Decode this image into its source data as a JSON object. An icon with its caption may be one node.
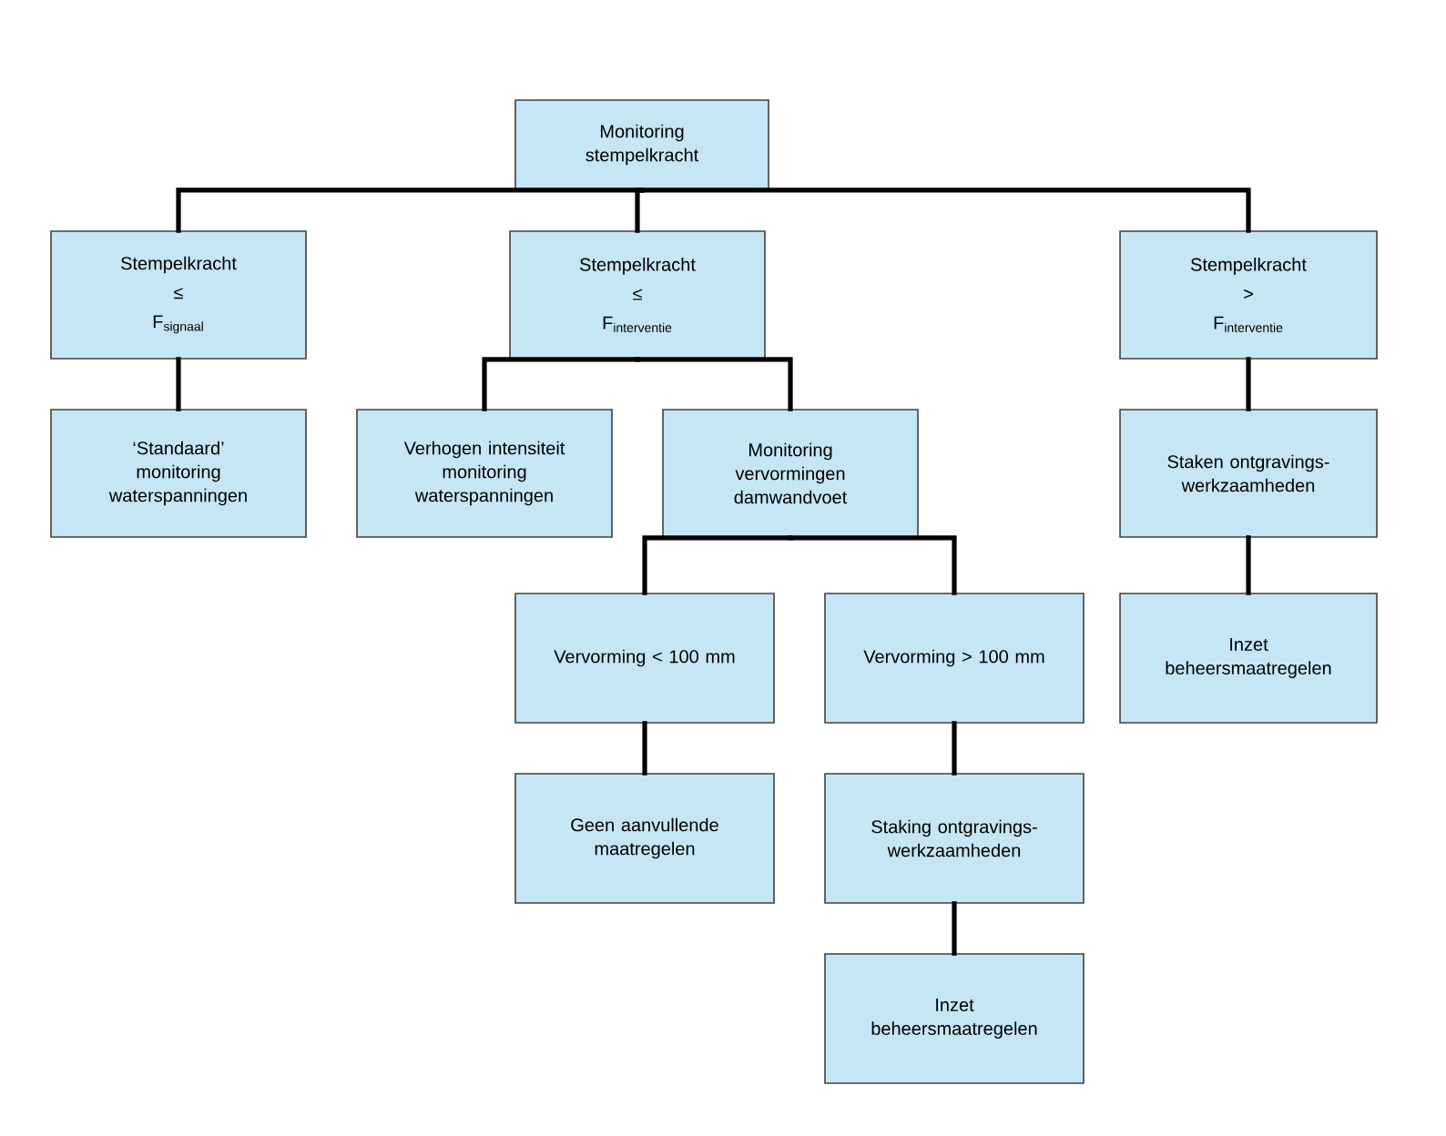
{
  "diagram": {
    "nodes": [
      {
        "text": [
          "Monitoring stempelkracht"
        ]
      },
      {
        "text": [
          "Stempelkracht",
          "≤",
          "\\mathrm{F}_{\\mathrm{signaal}}"
        ]
      },
      {
        "text": [
          "Stempelkracht",
          "≤",
          "\\mathrm{F}_{\\mathrm{interventie}}"
        ]
      },
      {
        "text": [
          "Stempelkracht",
          ">",
          "\\mathrm{F}_{\\mathrm{interventie}}"
        ]
      },
      {
        "text": [
          "‘Standaard’ monitoring waterspanningen"
        ]
      },
      {
        "text": [
          "Verhogen intensiteit monitoring waterspanningen"
        ]
      },
      {
        "text": [
          "Monitoring vervormingen damwandvoet"
        ]
      },
      {
        "text": [
          "Staken ontgravings-werkzaamheden"
        ]
      },
      {
        "text": [
          "Vervorming < 100 mm"
        ]
      },
      {
        "text": [
          "Vervorming > 100 mm"
        ]
      },
      {
        "text": [
          "Inzet beheersmaatregelen"
        ]
      },
      {
        "text": [
          "Geen aanvullende maatregelen"
        ]
      },
      {
        "text": [
          "Staking ontgravings-werkzaamheden"
        ]
      },
      {
        "text": [
          "Inzet beheersmaatregelen"
        ]
      }
    ],
    "edges": [
      {
        "from": 0,
        "to": 1,
        "arrow": "none"
      },
      {
        "from": 0,
        "to": 2,
        "arrow": "none"
      },
      {
        "from": 0,
        "to": 3,
        "arrow": "none"
      },
      {
        "from": 1,
        "to": 4,
        "arrow": "none"
      },
      {
        "from": 2,
        "to": 5,
        "arrow": "none"
      },
      {
        "from": 2,
        "to": 6,
        "arrow": "none"
      },
      {
        "from": 3,
        "to": 7,
        "arrow": "none"
      },
      {
        "from": 6,
        "to": 8,
        "arrow": "none"
      },
      {
        "from": 6,
        "to": 9,
        "arrow": "none"
      },
      {
        "from": 7,
        "to": 10,
        "arrow": "none"
      },
      {
        "from": 8,
        "to": 11,
        "arrow": "none"
      },
      {
        "from": 9,
        "to": 12,
        "arrow": "none"
      },
      {
        "from": 12,
        "to": 13,
        "arrow": "none"
      }
    ]
  }
}
